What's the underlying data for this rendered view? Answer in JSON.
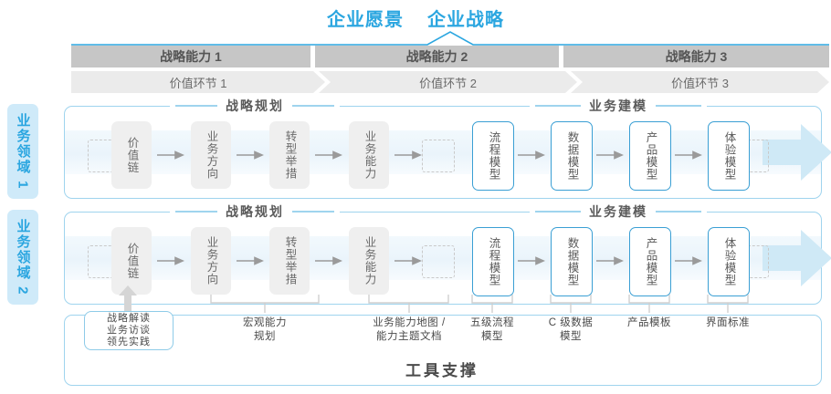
{
  "header": {
    "vision": "企业愿景",
    "strategy": "企业战略"
  },
  "capabilities": [
    {
      "label": "战略能力 1"
    },
    {
      "label": "战略能力 2"
    },
    {
      "label": "战略能力 3"
    }
  ],
  "value_links": [
    {
      "label": "价值环节 1"
    },
    {
      "label": "价值环节 2"
    },
    {
      "label": "价值环节 3"
    }
  ],
  "domains": [
    {
      "tag": "业务领域 1",
      "sections": [
        {
          "title": "战略规划"
        },
        {
          "title": "业务建模"
        }
      ],
      "nodes": [
        {
          "label": "价值链",
          "style": "gray"
        },
        {
          "label": "业务方向",
          "style": "gray"
        },
        {
          "label": "转型举措",
          "style": "gray"
        },
        {
          "label": "业务能力",
          "style": "gray"
        },
        {
          "label": "流程模型",
          "style": "blue"
        },
        {
          "label": "数据模型",
          "style": "blue"
        },
        {
          "label": "产品模型",
          "style": "blue"
        },
        {
          "label": "体验模型",
          "style": "blue"
        }
      ]
    },
    {
      "tag": "业务领域 2",
      "sections": [
        {
          "title": "战略规划"
        },
        {
          "title": "业务建模"
        }
      ],
      "nodes": [
        {
          "label": "价值链",
          "style": "gray"
        },
        {
          "label": "业务方向",
          "style": "gray"
        },
        {
          "label": "转型举措",
          "style": "gray"
        },
        {
          "label": "业务能力",
          "style": "gray"
        },
        {
          "label": "流程模型",
          "style": "blue"
        },
        {
          "label": "数据模型",
          "style": "blue"
        },
        {
          "label": "产品模型",
          "style": "blue"
        },
        {
          "label": "体验模型",
          "style": "blue"
        }
      ]
    }
  ],
  "strategy_callout": {
    "line1": "战略解读",
    "line2": "业务访谈",
    "line3": "领先实践"
  },
  "bottom_labels": [
    {
      "line1": "宏观能力",
      "line2": "规划"
    },
    {
      "line1": "业务能力地图 /",
      "line2": "能力主题文档"
    },
    {
      "line1": "五级流程",
      "line2": "模型"
    },
    {
      "line1": "C 级数据",
      "line2": "模型"
    },
    {
      "line1": "产品模板",
      "line2": ""
    },
    {
      "line1": "界面标准",
      "line2": ""
    }
  ],
  "footer": {
    "label": "工具支撑"
  },
  "colors": {
    "accent_blue": "#2ba6e0",
    "border_blue": "#9fd4ee",
    "node_blue": "#3a9fd4",
    "band_gray": "#c6c6c6",
    "chevron_gray": "#ebebeb",
    "node_gray": "#efefef"
  }
}
